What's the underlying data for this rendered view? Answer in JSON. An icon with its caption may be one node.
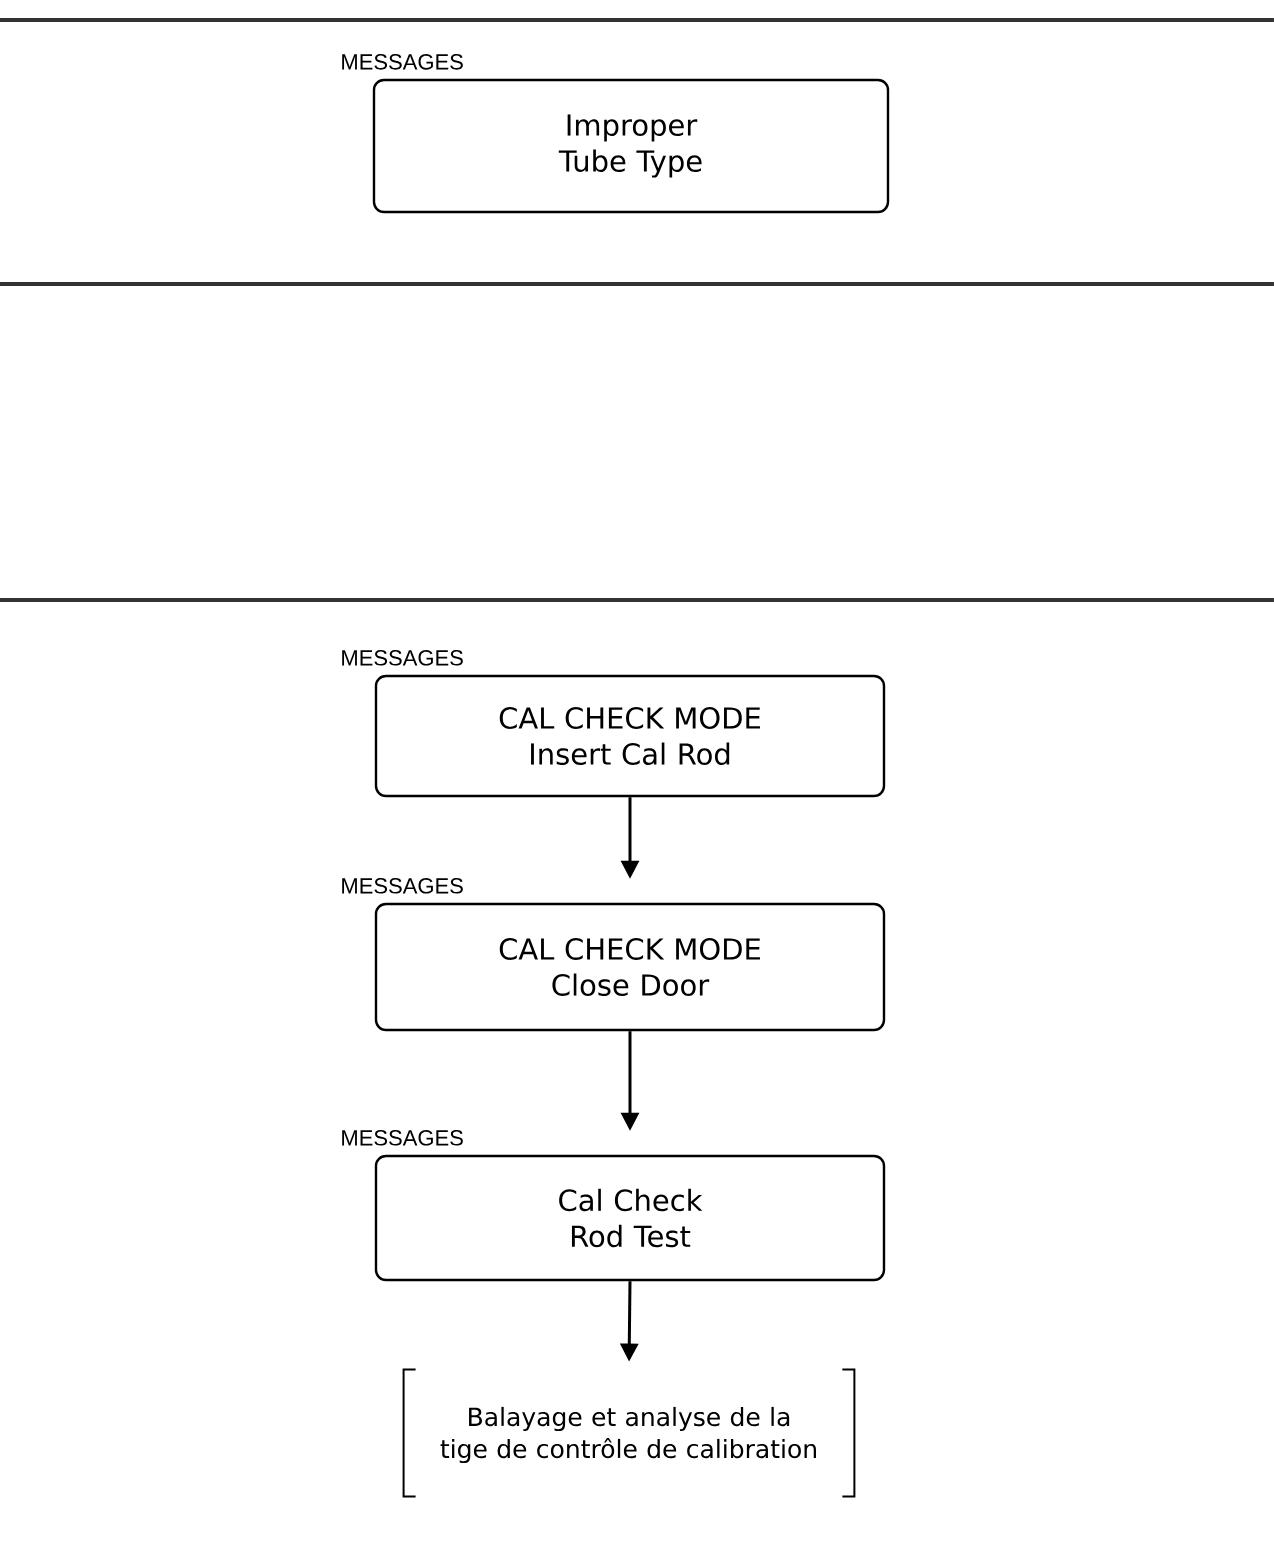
{
  "diagram": {
    "nodes": [
      {
        "text": [
          "MESSAGES",
          "Improper Tube Type"
        ]
      },
      {
        "text": [
          "MESSAGES",
          "CAL CHECK MODE Insert Cal Rod"
        ]
      },
      {
        "text": [
          "MESSAGES",
          "CAL CHECK MODE Close Door"
        ]
      },
      {
        "text": [
          "MESSAGES",
          "Cal Check Rod Test"
        ]
      },
      {
        "text": [
          "Balayage et analyse de la tige de contrôle de calibration"
        ]
      }
    ],
    "edges": [
      {
        "from": 1,
        "to": 2,
        "arrow": "to"
      },
      {
        "from": 2,
        "to": 3,
        "arrow": "to"
      },
      {
        "from": 3,
        "to": 4,
        "arrow": "to"
      }
    ]
  }
}
